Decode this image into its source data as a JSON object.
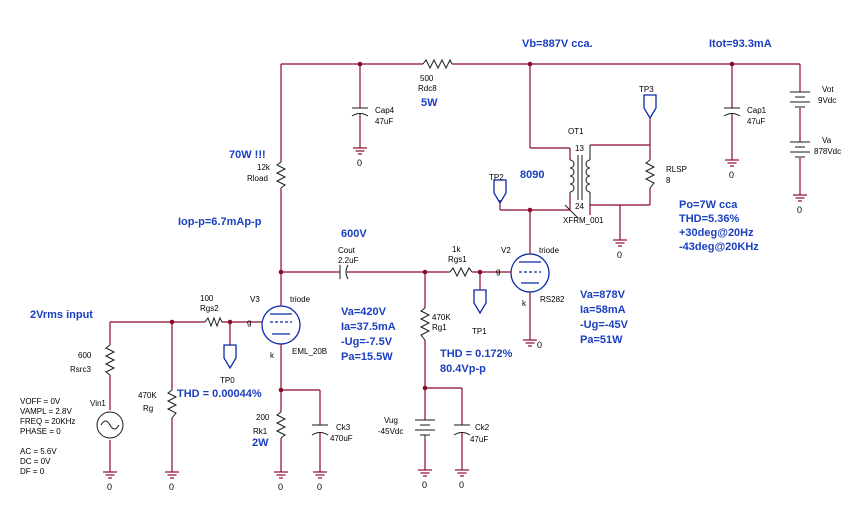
{
  "notes": {
    "vb": "Vb=887V cca.",
    "itot": "Itot=93.3mA",
    "w70": "70W !!!",
    "iop": "Iop-p=6.7mAp-p",
    "v600": "600V",
    "tube_8090": "8090",
    "input": "2Vrms input",
    "r5w": "5W",
    "r2w": "2W",
    "thd1": "THD = 0.00044%",
    "v3_op": [
      "Va=420V",
      "Ia=37.5mA",
      "-Ug=-7.5V",
      "Pa=15.5W"
    ],
    "thd2": [
      "THD = 0.172%",
      "80.4Vp-p"
    ],
    "v2_op": [
      "Va=878V",
      "Ia=58mA",
      "-Ug=-45V",
      "Pa=51W"
    ],
    "out": [
      "Po=7W cca",
      "THD=5.36%",
      "+30deg@20Hz",
      "-43deg@20KHz"
    ]
  },
  "parts": {
    "rdc8": {
      "value": "500",
      "name": "Rdc8"
    },
    "cap4": {
      "name": "Cap4",
      "value": "47uF"
    },
    "rload": {
      "value": "12k",
      "name": "Rload"
    },
    "cout": {
      "name": "Cout",
      "value": "2.2uF"
    },
    "rgs1": {
      "value": "1k",
      "name": "Rgs1"
    },
    "rg1": {
      "value": "470K",
      "name": "Rg1"
    },
    "rgs2": {
      "value": "100",
      "name": "Rgs2"
    },
    "rsrc3": {
      "value": "600",
      "name": "Rsrc3"
    },
    "rg": {
      "value": "470K",
      "name": "Rg"
    },
    "rk1": {
      "value": "200",
      "name": "Rk1"
    },
    "ck3": {
      "name": "Ck3",
      "value": "470uF"
    },
    "ck2": {
      "name": "Ck2",
      "value": "47uF"
    },
    "vug": {
      "name": "Vug",
      "value": "-45Vdc"
    },
    "cap1": {
      "name": "Cap1",
      "value": "47uF"
    },
    "vot": {
      "name": "Vot",
      "value": "9Vdc"
    },
    "va": {
      "name": "Va",
      "value": "878Vdc"
    },
    "ot1": {
      "name": "OT1",
      "pin13": "13",
      "pin24": "24",
      "model": "XFRM_001"
    },
    "rlsp": {
      "name": "RLSP",
      "value": "8"
    },
    "v3": {
      "name": "V3",
      "type": "triode",
      "model": "EML_20B"
    },
    "v2": {
      "name": "V2",
      "type": "triode",
      "model": "RS282"
    },
    "vin1": {
      "name": "Vin1",
      "params": [
        "VOFF = 0V",
        "VAMPL = 2.8V",
        "FREQ = 20KHz",
        "PHASE = 0"
      ],
      "params2": [
        "AC = 5.6V",
        "DC = 0V",
        "DF = 0"
      ]
    },
    "tp0": "TP0",
    "tp1": "TP1",
    "tp2": "TP2",
    "tp3": "TP3",
    "pin_g": "g",
    "pin_k": "k",
    "gnd_label": "0"
  }
}
